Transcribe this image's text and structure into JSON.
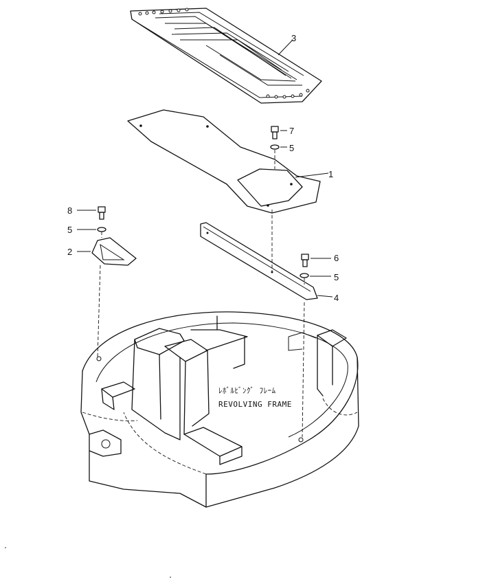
{
  "callouts": {
    "part_1": "1",
    "part_2": "2",
    "part_3": "3",
    "part_4": "4",
    "part_5_right_top": "5",
    "part_5_left": "5",
    "part_5_right_bottom": "5",
    "part_6": "6",
    "part_7": "7",
    "part_8": "8"
  },
  "frame_label": {
    "japanese": "ﾚﾎﾞﾙﾋﾞﾝｸﾞ ﾌﾚｰﾑ",
    "english": "REVOLVING FRAME"
  }
}
